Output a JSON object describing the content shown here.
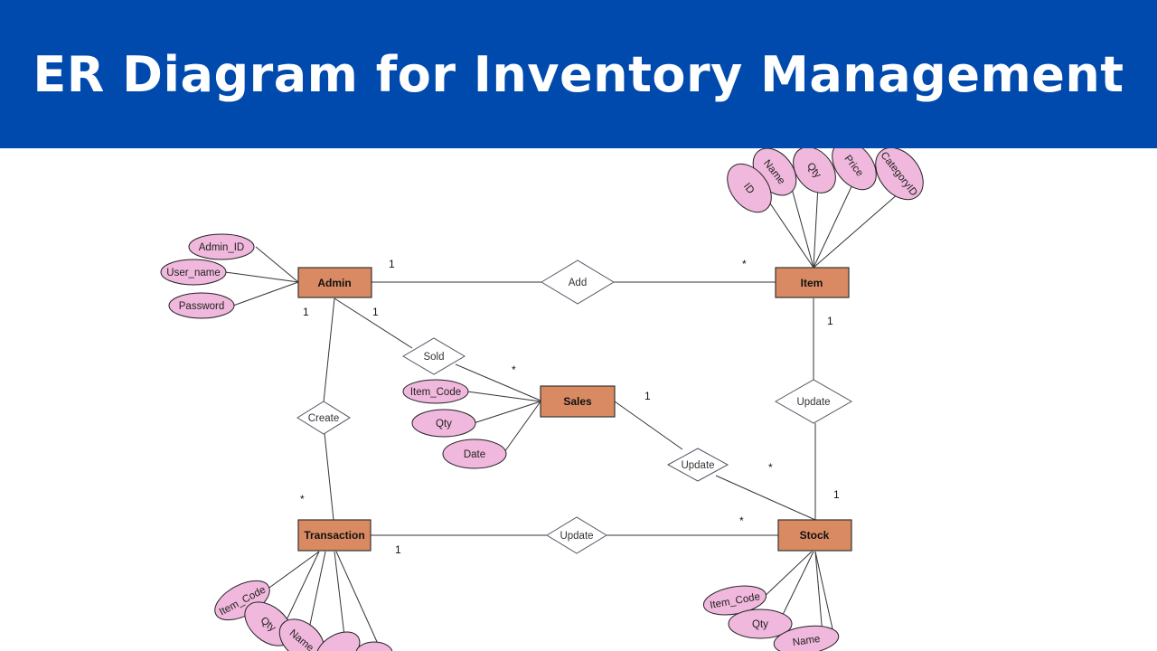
{
  "header": {
    "title": "ER Diagram for Inventory Management"
  },
  "colors": {
    "banner": "#004aad",
    "entity": "#d98a62",
    "attribute": "#f0b8dc"
  },
  "entities": {
    "admin": "Admin",
    "item": "Item",
    "sales": "Sales",
    "transaction": "Transaction",
    "stock": "Stock"
  },
  "relationships": {
    "add": "Add",
    "sold": "Sold",
    "create": "Create",
    "update_item_stock": "Update",
    "update_sales_stock": "Update",
    "update_transaction_stock": "Update"
  },
  "attributes": {
    "admin": [
      "Admin_ID",
      "User_name",
      "Password"
    ],
    "item": [
      "ID",
      "Name",
      "Qty",
      "Price",
      "CategoryID"
    ],
    "sales": [
      "Item_Code",
      "Qty",
      "Date"
    ],
    "transaction": [
      "Item_Code",
      "Qty",
      "Name",
      "",
      ""
    ],
    "stock": [
      "Item_Code",
      "Qty",
      "Name"
    ]
  },
  "cardinalities": {
    "admin_add": "1",
    "item_add": "*",
    "admin_create": "1",
    "admin_sold": "1",
    "sales_sold": "*",
    "item_update": "1",
    "sales_update": "1",
    "stock_update_sales": "*",
    "stock_update_item": "1",
    "transaction_create": "*",
    "transaction_update": "1",
    "stock_update_transaction": "*"
  }
}
